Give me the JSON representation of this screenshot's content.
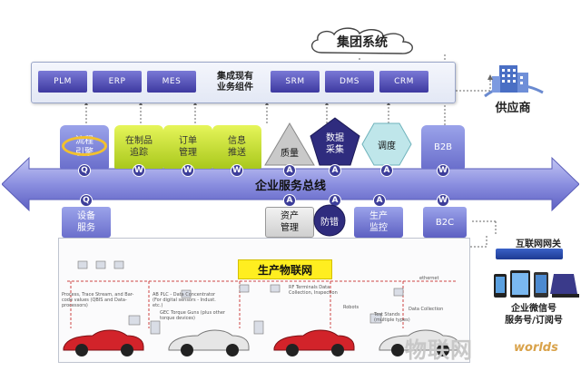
{
  "group_system": "集团系统",
  "supplier": "供应商",
  "legacy": {
    "label_line1": "集成现有",
    "label_line2": "业务组件",
    "systems": [
      "PLM",
      "ERP",
      "MES",
      "SRM",
      "DMS",
      "CRM"
    ]
  },
  "bus": {
    "label": "企业服务总线"
  },
  "services_top": [
    {
      "l1": "流程",
      "l2": "引擎",
      "port": "Q"
    },
    {
      "l1": "在制品",
      "l2": "追踪",
      "port": "W"
    },
    {
      "l1": "订单",
      "l2": "管理",
      "port": "W"
    },
    {
      "l1": "信息",
      "l2": "推送",
      "port": "W"
    },
    {
      "l1": "质量",
      "l2": "",
      "port": "A"
    },
    {
      "l1": "数据",
      "l2": "采集",
      "port": "A"
    },
    {
      "l1": "调度",
      "l2": "",
      "port": "A"
    },
    {
      "l1": "B2B",
      "l2": "",
      "port": "W"
    }
  ],
  "services_bottom": [
    {
      "l1": "设备",
      "l2": "服务",
      "port": "Q"
    },
    {
      "l1": "资产",
      "l2": "管理",
      "port": "A"
    },
    {
      "l1": "防错",
      "l2": "",
      "port": "A"
    },
    {
      "l1": "生产",
      "l2": "监控",
      "port": "A"
    },
    {
      "l1": "B2C",
      "l2": "",
      "port": "W"
    }
  ],
  "plant": {
    "title": "生产物联网",
    "notes": [
      "Process, Trace Stream, and Bar-code values (QBIS and Data-processors)",
      "AB PLC - Data Concentrator (For digital sensors - Indust. etc.)",
      "GEC Torque Guns (plus other torque devices)",
      "RF Terminals Data Collection, Inspection",
      "Robots",
      "Test Stands (multiple types)",
      "Data Collection",
      "ethernet"
    ]
  },
  "gateway": {
    "label": "互联网网关"
  },
  "wechat": {
    "l1": "企业微信号",
    "l2": "服务号/订阅号"
  },
  "watermark": {
    "cn": "物联网",
    "en": "worlds"
  },
  "colors": {
    "bus": "#8b8fe0",
    "service_blue": "#4e4bb8",
    "service_green": "#a9c81c",
    "highlight": "#ffee20"
  }
}
